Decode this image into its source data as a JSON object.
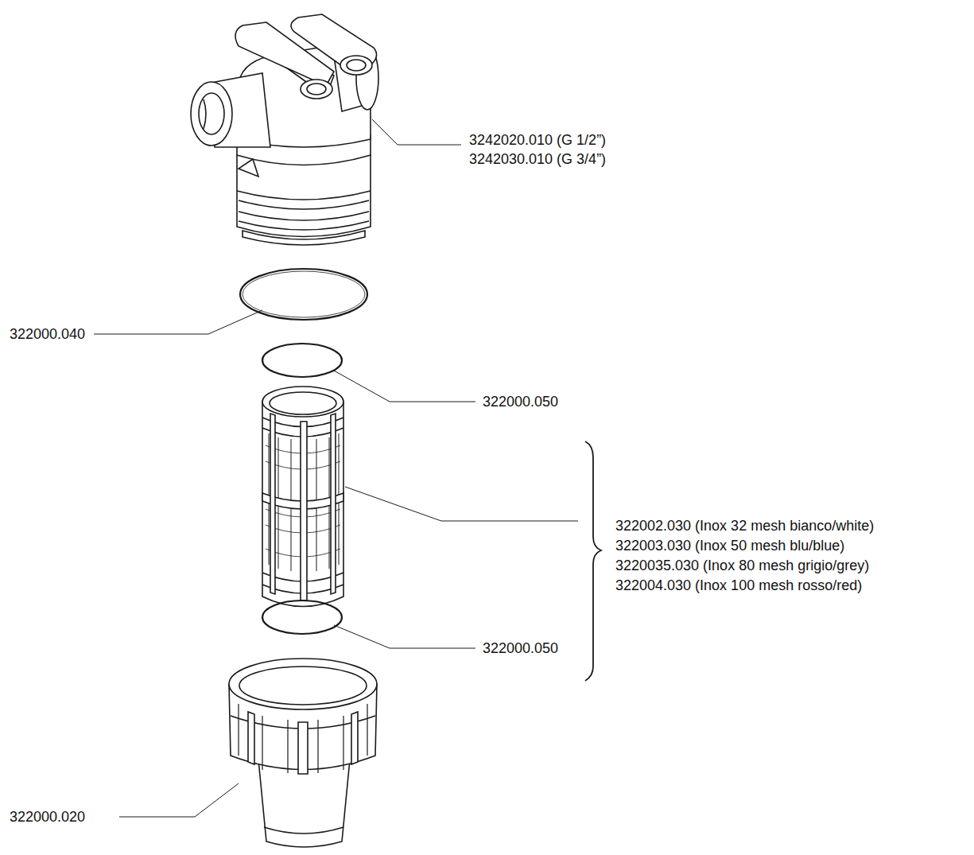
{
  "diagram": {
    "labels": [
      "3242020.010 (G 1/2”)",
      "3242030.010 (G 3/4”)",
      "322000.040",
      "322000.050",
      "322002.030 (Inox 32 mesh bianco/white)",
      "322003.030 (Inox 50 mesh blu/blue)",
      "3220035.030 (Inox 80 mesh grigio/grey)",
      "322004.030 (Inox 100 mesh rosso/red)",
      "322000.050",
      "322000.020"
    ]
  }
}
